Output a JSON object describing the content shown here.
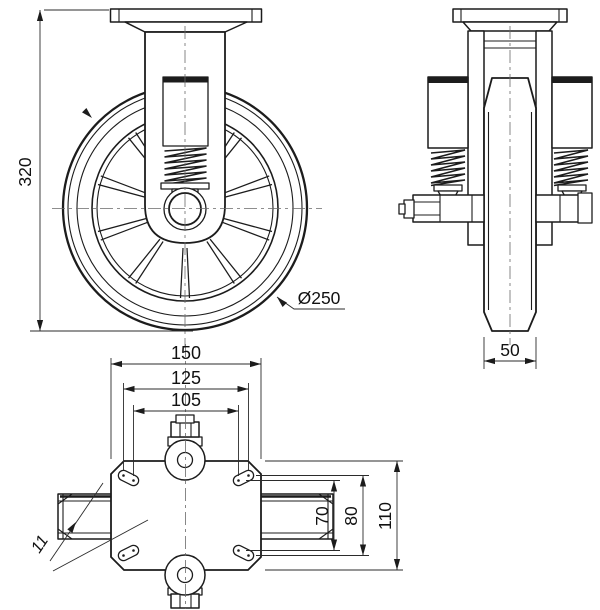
{
  "drawing": {
    "views": {
      "front": {
        "height": "320",
        "wheel_diameter": "Ø250"
      },
      "side": {
        "wheel_width": "50"
      },
      "plan": {
        "plate_width": "150",
        "bolt_spacing_outer_width": "125",
        "bolt_spacing_inner_width": "105",
        "bolt_spacing_inner_depth": "70",
        "bolt_spacing_outer_depth": "80",
        "plate_depth": "110",
        "bolt_slot_width": "11"
      }
    },
    "colors": {
      "line": "#1c1c1c",
      "centerline": "#6a6a6a",
      "background": "#ffffff"
    }
  }
}
